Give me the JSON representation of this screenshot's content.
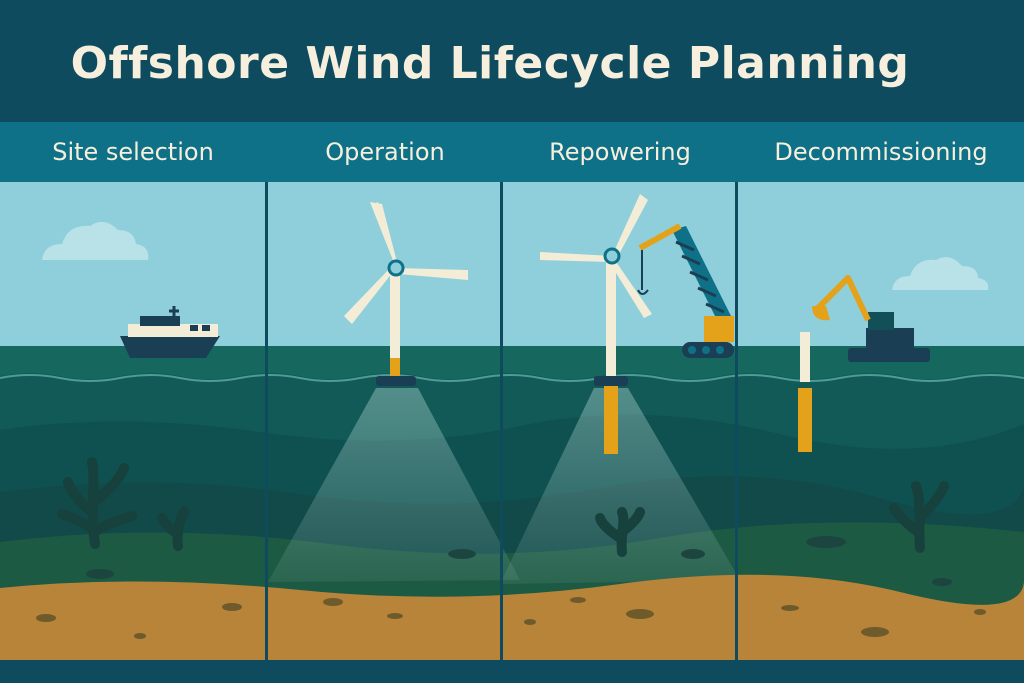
{
  "title": "Offshore Wind Lifecycle Planning",
  "stages": [
    {
      "label": "Site selection"
    },
    {
      "label": "Operation"
    },
    {
      "label": "Repowering"
    },
    {
      "label": "Decommissioning"
    }
  ],
  "colors": {
    "background": "#0f4b5f",
    "header": "#0f7187",
    "sky": "#8ecfdb",
    "sea_surface": "#16685f",
    "seabed": "#b7843a",
    "turbine": "#f3edd7",
    "accent": "#e3a21a",
    "text": "#f6efdd"
  },
  "icons": [
    "cloud-icon",
    "survey-vessel-icon",
    "wind-turbine-icon",
    "crane-icon",
    "excavator-vessel-icon",
    "seaweed-icon",
    "monopile-icon"
  ]
}
